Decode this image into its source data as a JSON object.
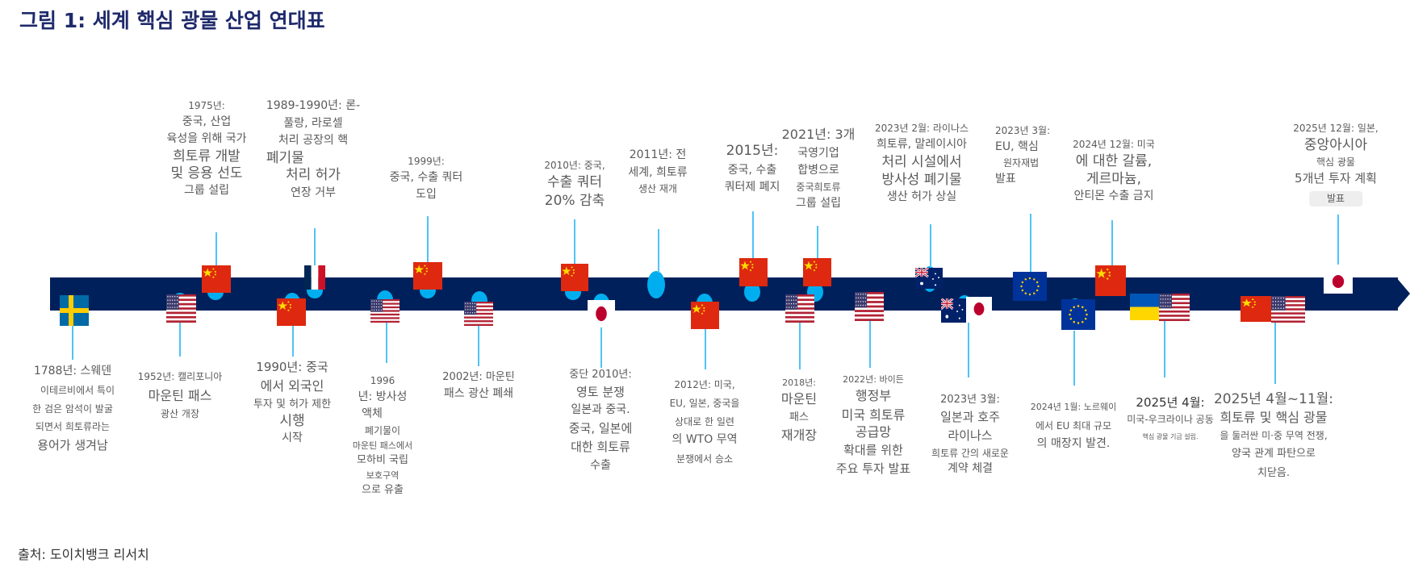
{
  "title": "그림 1: 세계 핵심 광물 산업 연대표",
  "source": "출처: 도이치뱅크 리서치",
  "colors": {
    "bar": "#00205b",
    "node": "#00aeef",
    "stem": "#4fc3f7",
    "title": "#1f2a6b"
  },
  "events": [
    {
      "id": "e1788",
      "flags": [
        "sweden"
      ],
      "lines": [
        "1788년: 스웨덴",
        "이테르비에서 특이",
        "한 검은 암석이 발굴",
        "되면서 희토류라는",
        "용어가 생겨남"
      ]
    },
    {
      "id": "e1952",
      "flags": [
        "usa"
      ],
      "lines": [
        "1952년: 캘리포니아",
        "마운틴 패스",
        "광산 개장"
      ]
    },
    {
      "id": "e1975",
      "flags": [
        "china"
      ],
      "lines": [
        "1975년:",
        "중국, 산업",
        "육성을 위해 국가",
        "희토류 개발",
        "및 응용 선도",
        "그룹 설립"
      ]
    },
    {
      "id": "e1990",
      "flags": [
        "china"
      ],
      "lines": [
        "1990년: 중국",
        "에서 외국인",
        "투자 및 허가 제한",
        "시행",
        "시작"
      ]
    },
    {
      "id": "e1989",
      "flags": [
        "france"
      ],
      "lines": [
        "1989-1990년: 론-",
        "풀랑, 라로셀",
        "처리 공장의 핵",
        "폐기물",
        "처리 허가",
        "연장 거부"
      ]
    },
    {
      "id": "e1996",
      "flags": [
        "usa"
      ],
      "lines": [
        "1996",
        "년: 방사성",
        "액체",
        "폐기물이",
        "마운틴 패스에서",
        "모하비 국립",
        "보호구역",
        "으로 유출"
      ]
    },
    {
      "id": "e1999",
      "flags": [
        "china"
      ],
      "lines": [
        "1999년:",
        "중국, 수출 쿼터",
        "도입"
      ]
    },
    {
      "id": "e2002",
      "flags": [
        "usa"
      ],
      "lines": [
        "2002년: 마운틴",
        "패스 광산 폐쇄"
      ]
    },
    {
      "id": "e2010a",
      "flags": [
        "china"
      ],
      "lines": [
        "2010년: 중국,",
        "수출 쿼터",
        "20% 감축"
      ]
    },
    {
      "id": "e2010b",
      "flags": [
        "japan"
      ],
      "lines": [
        "중단 2010년:",
        "영토 분쟁",
        "일본과 중국.",
        "중국, 일본에",
        "대한 희토류",
        "수출"
      ]
    },
    {
      "id": "e2011",
      "flags": [],
      "lines": [
        "2011년: 전",
        "세계, 희토류",
        "생산 재개"
      ]
    },
    {
      "id": "e2012",
      "flags": [
        "china"
      ],
      "lines": [
        "2012년: 미국,",
        "EU, 일본, 중국을",
        "상대로 한 일련",
        "의 WTO 무역",
        "분쟁에서 승소"
      ]
    },
    {
      "id": "e2015",
      "flags": [
        "china"
      ],
      "lines": [
        "2015년:",
        "중국, 수출",
        "쿼터제 폐지"
      ]
    },
    {
      "id": "e2018",
      "flags": [
        "usa"
      ],
      "lines": [
        "2018년:",
        "마운틴",
        "패스",
        "재개장"
      ]
    },
    {
      "id": "e2021",
      "flags": [
        "china"
      ],
      "lines": [
        "2021년: 3개",
        "국영기업",
        "합병으로",
        "중국희토류",
        "그룹 설립"
      ]
    },
    {
      "id": "e2022",
      "flags": [
        "usa"
      ],
      "lines": [
        "2022년: 바이든",
        "행정부",
        "미국 희토류",
        "공급망",
        "확대를 위한",
        "주요 투자 발표"
      ]
    },
    {
      "id": "e2023feb",
      "flags": [
        "australia"
      ],
      "lines": [
        "2023년 2월: 라이나스",
        "희토류, 말레이시아",
        "처리 시설에서",
        "방사성 폐기물",
        "생산 허가 상실"
      ]
    },
    {
      "id": "e2023mar_jp",
      "flags": [
        "australia",
        "japan"
      ],
      "lines": [
        "2023년 3월:",
        "일본과 호주",
        "라이나스",
        "희토류 간의 새로운",
        "계약 체결"
      ]
    },
    {
      "id": "e2023mar_eu",
      "flags": [
        "eu"
      ],
      "lines": [
        "2023년 3월:",
        "EU, 핵심",
        "원자재법",
        "발표"
      ]
    },
    {
      "id": "e2024jan",
      "flags": [
        "eu"
      ],
      "lines": [
        "2024년 1월: 노르웨이",
        "에서 EU 최대 규모",
        "의 매장지 발견."
      ]
    },
    {
      "id": "e2024dec",
      "flags": [
        "china"
      ],
      "lines": [
        "2024년 12월: 미국",
        "에 대한 갈륨,",
        "게르마늄,",
        "안티몬 수출 금지"
      ]
    },
    {
      "id": "e2025apr",
      "flags": [
        "ukraine",
        "usa"
      ],
      "lines": [
        "2025년 4월:",
        "미국-우크라이나 공동",
        "핵심 광물 기금 설립."
      ]
    },
    {
      "id": "e2025aprnov",
      "flags": [
        "china",
        "usa"
      ],
      "lines": [
        "2025년 4월~11월:",
        "희토류 및 핵심 광물",
        "을 둘러싼 미·중 무역 전쟁,",
        "양국 관계 파탄으로",
        "치닫음."
      ]
    },
    {
      "id": "e2025dec",
      "flags": [
        "japan"
      ],
      "lines": [
        "2025년 12월: 일본,",
        "중앙아시아",
        "핵심 광물",
        "5개년 투자 계획",
        "발표"
      ]
    }
  ]
}
